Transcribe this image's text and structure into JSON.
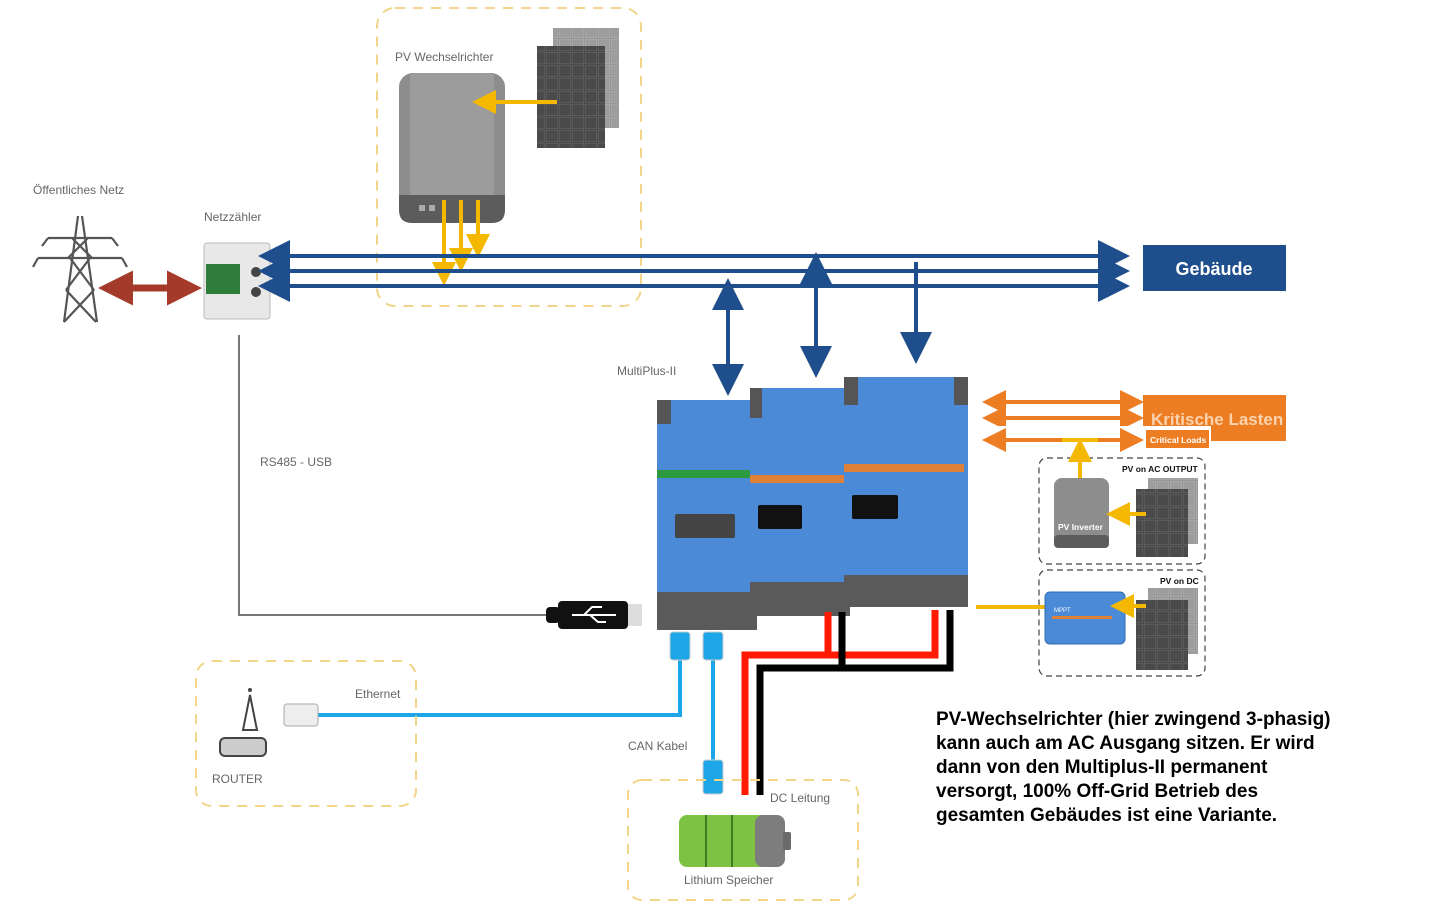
{
  "title": "MultiPlus-II ESS Systemübersicht",
  "labels": {
    "grid": "Öffentliches Netz",
    "meter": "Netzzähler",
    "pv_inverter": "PV Wechselrichter",
    "building": "Gebäude",
    "multiplus": "MultiPlus-II",
    "critical_loads_de": "Kritische Lasten",
    "critical_loads_en": "Critical Loads",
    "pv_on_ac_output": "PV on AC OUTPUT",
    "pv_inverter_en": "PV Inverter",
    "pv_on_dc": "PV on DC",
    "rs485": "RS485 - USB",
    "ethernet": "Ethernet",
    "router": "ROUTER",
    "can_cable": "CAN Kabel",
    "dc_line": "DC Leitung",
    "battery": "Lithium Speicher",
    "mppt": "MPPT"
  },
  "note": {
    "lines": [
      "PV-Wechselrichter (hier zwingend 3-phasig)",
      "kann auch am AC Ausgang sitzen. Er wird",
      "dann von den Multiplus-II permanent",
      "versorgt, 100% Off-Grid Betrieb des",
      "gesamten Gebäudes ist eine Variante."
    ]
  },
  "colors": {
    "ac_bus": "#1f4e8c",
    "building_box": "#1f4e8c",
    "critical_box": "#ed7d22",
    "pv_arrow": "#f5b800",
    "grid_arrow": "#a33a2a",
    "dc_positive": "#ff1a00",
    "dc_negative": "#000000",
    "network_cable": "#1ea7e8",
    "device_blue": "#4a8ad6",
    "group_border": "#f3d58a"
  }
}
